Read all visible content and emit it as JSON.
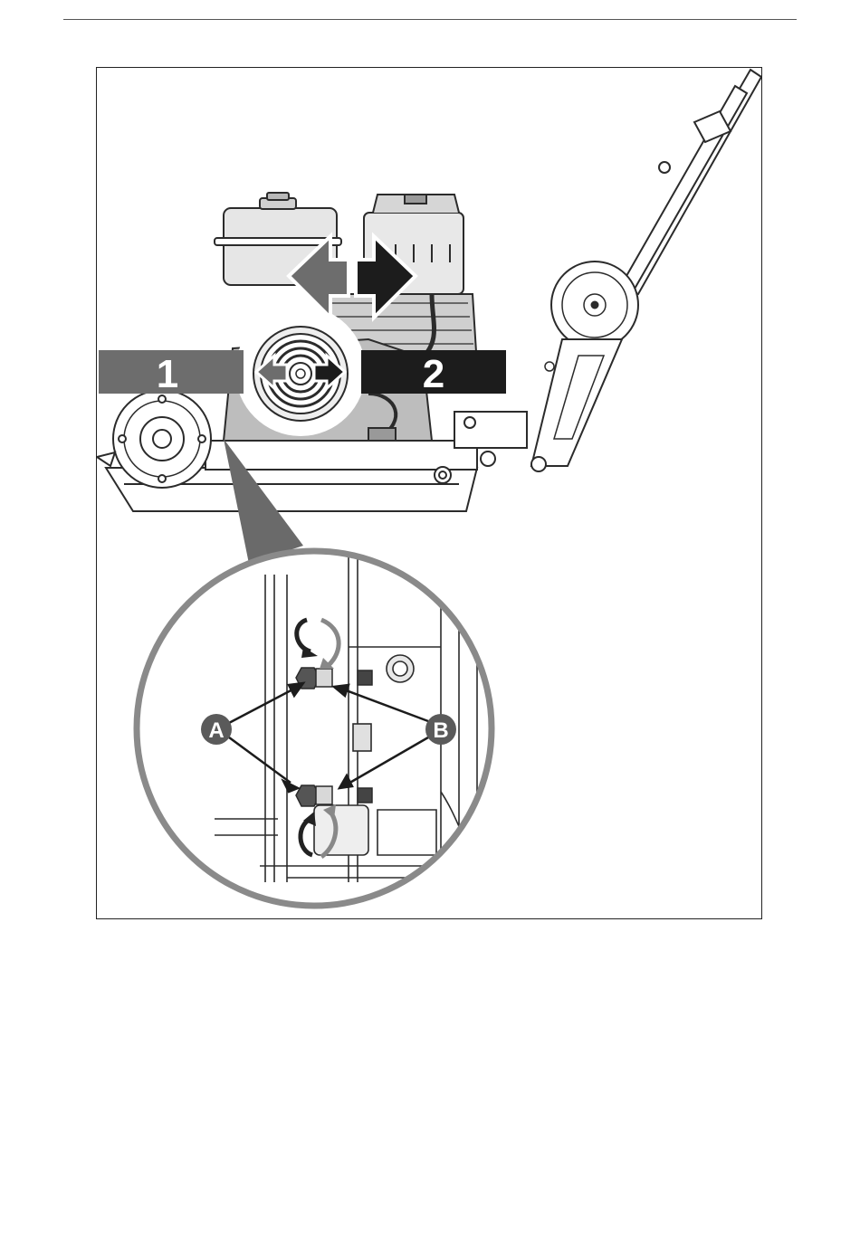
{
  "figure": {
    "labels": {
      "left_position": "1",
      "right_position": "2",
      "callout_a": "A",
      "callout_b": "B"
    },
    "colors": {
      "label_1_bg": "#6d6d6d",
      "label_2_bg": "#1c1c1c",
      "magnifier_ring": "#8a8a8a",
      "callout_fill": "#5a5a5a",
      "line_art": "#2b2b2b"
    },
    "icons": [
      "double-arrow-left-right",
      "double-arrow-left-right",
      "rotate-arrow",
      "rotate-arrow"
    ]
  }
}
